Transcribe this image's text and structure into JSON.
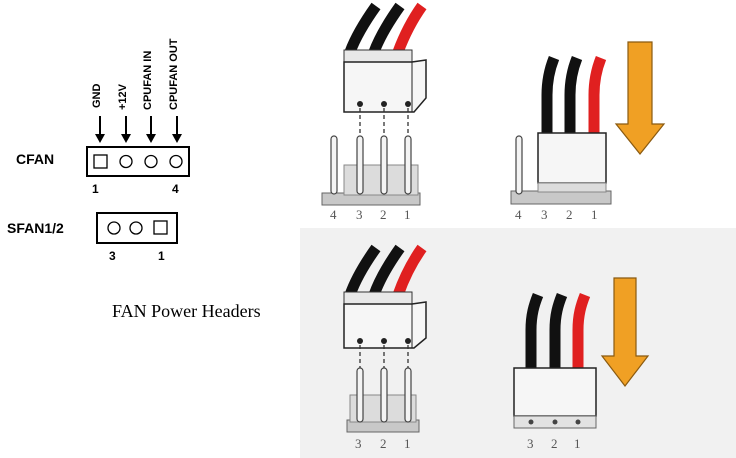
{
  "left_panel": {
    "signal_labels": [
      "GND",
      "+12V",
      "CPUFAN IN",
      "CPUFAN OUT"
    ],
    "cfan": {
      "label": "CFAN",
      "pin_left": "1",
      "pin_right": "4"
    },
    "sfan": {
      "label": "SFAN1/2",
      "pin_left": "3",
      "pin_right": "1"
    },
    "caption": "FAN Power Headers"
  },
  "top_illustration": {
    "left_pins": [
      "4",
      "3",
      "2",
      "1"
    ],
    "right_pins": [
      "4",
      "3",
      "2",
      "1"
    ]
  },
  "bottom_illustration": {
    "left_pins": [
      "3",
      "2",
      "1"
    ],
    "right_pins": [
      "3",
      "2",
      "1"
    ]
  },
  "colors": {
    "wire_black": "#111111",
    "wire_red": "#e02020",
    "arrow_orange": "#f0a024",
    "connector_fill": "#f6f6f6",
    "header_gray": "#c8c8c8"
  }
}
